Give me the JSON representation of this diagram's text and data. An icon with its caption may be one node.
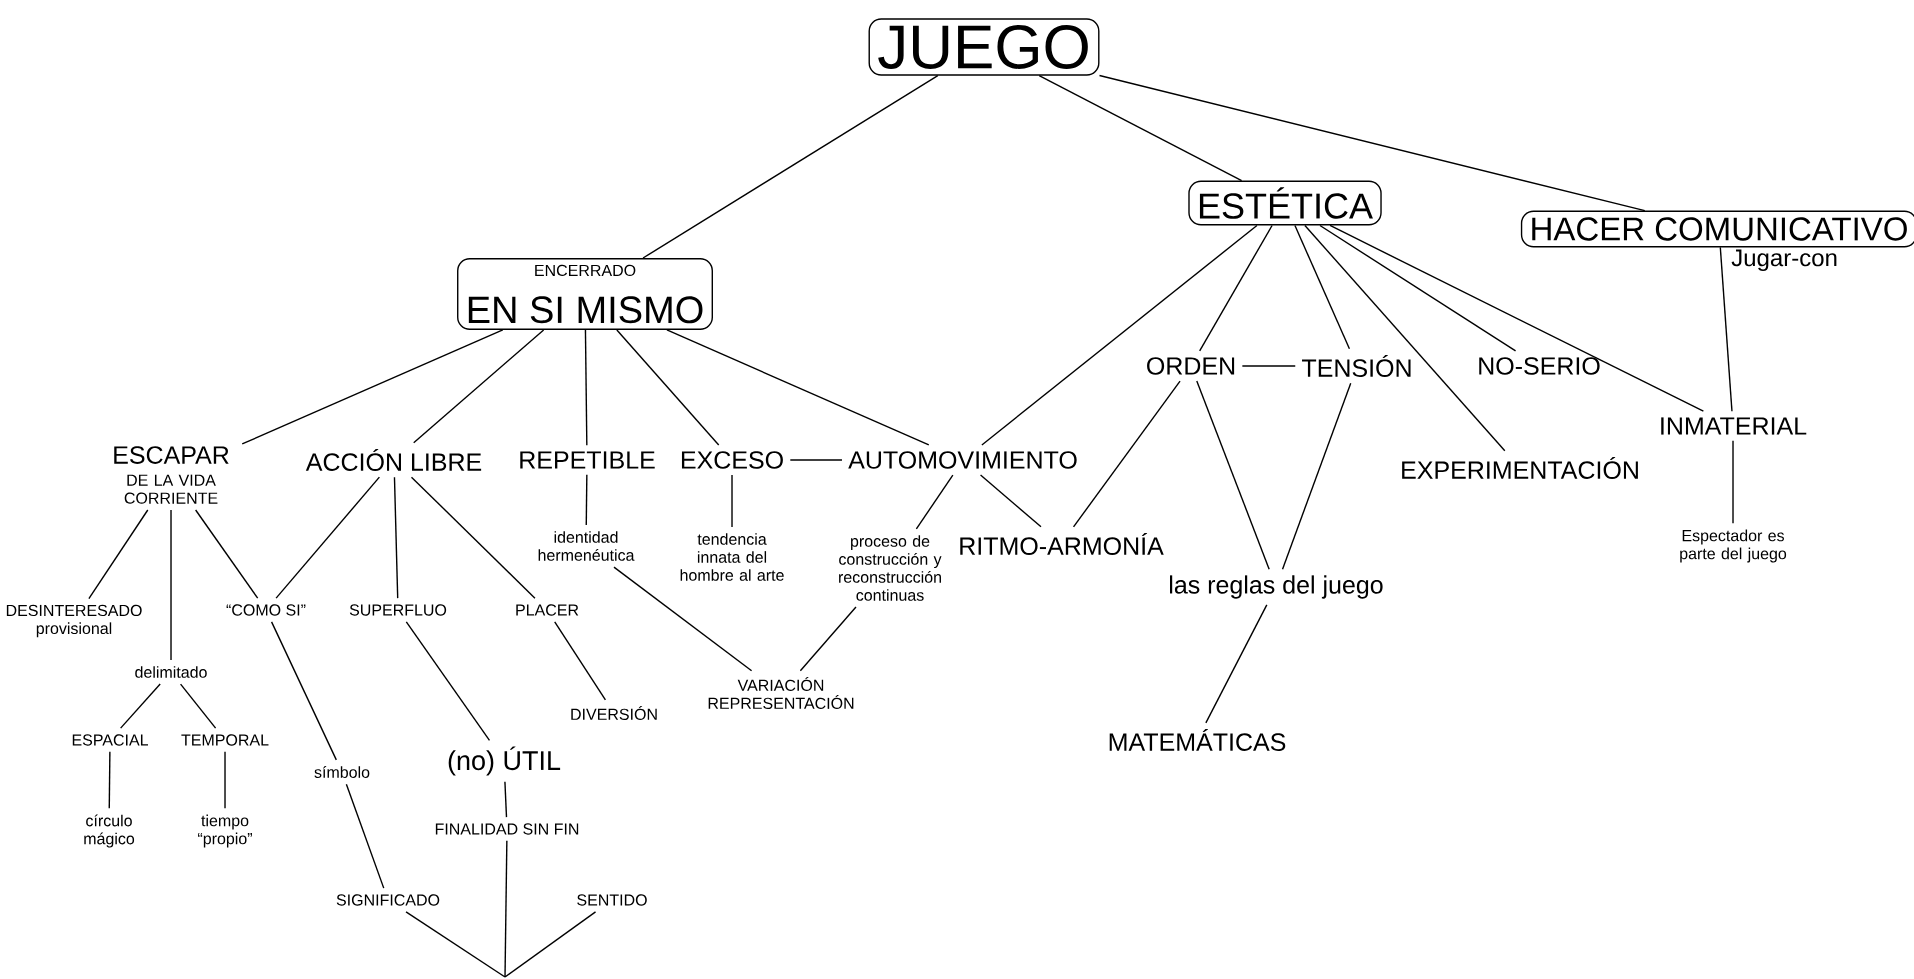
{
  "diagram": {
    "nodes": [
      {
        "text": [
          "JUEGO"
        ]
      },
      {
        "text": [
          "ENCERRADO",
          "EN SI MISMO"
        ]
      },
      {
        "text": [
          "ESTÉTICA"
        ]
      },
      {
        "text": [
          "HACER COMUNICATIVO"
        ],
        "beside": [
          "Jugar-con"
        ]
      },
      {
        "text": [
          "ESCAPAR",
          "DE LA VIDA CORRIENTE"
        ]
      },
      {
        "text": [
          "ACCIÓN LIBRE"
        ]
      },
      {
        "text": [
          "REPETIBLE"
        ]
      },
      {
        "text": [
          "EXCESO"
        ]
      },
      {
        "text": [
          "AUTOMOVIMIENTO"
        ]
      },
      {
        "text": [
          "RITMO-ARMONÍA"
        ]
      },
      {
        "text": [
          "ORDEN"
        ]
      },
      {
        "text": [
          "TENSIÓN"
        ]
      },
      {
        "text": [
          "NO-SERIO"
        ]
      },
      {
        "text": [
          "EXPERIMENTACIÓN"
        ]
      },
      {
        "text": [
          "INMATERIAL"
        ]
      },
      {
        "text": [
          "Espectador es parte del juego"
        ]
      },
      {
        "text": [
          "las reglas del juego"
        ]
      },
      {
        "text": [
          "MATEMÁTICAS"
        ]
      },
      {
        "text": [
          "identidad hermenéutica"
        ]
      },
      {
        "text": [
          "tendencia innata del hombre al arte"
        ]
      },
      {
        "text": [
          "proceso de construcción y reconstrucción continuas"
        ]
      },
      {
        "text": [
          "VARIACIÓN REPRESENTACIÓN"
        ]
      },
      {
        "text": [
          "DESINTERESADO provisional"
        ]
      },
      {
        "text": [
          "delimitado"
        ]
      },
      {
        "text": [
          "ESPACIAL"
        ]
      },
      {
        "text": [
          "TEMPORAL"
        ]
      },
      {
        "text": [
          "círculo mágico"
        ]
      },
      {
        "text": [
          "tiempo “propio”"
        ]
      },
      {
        "text": [
          "“COMO SI”"
        ]
      },
      {
        "text": [
          "símbolo"
        ]
      },
      {
        "text": [
          "SIGNIFICADO"
        ]
      },
      {
        "text": [
          "SUPERFLUO"
        ]
      },
      {
        "text": [
          "(no) ÚTIL"
        ]
      },
      {
        "text": [
          "FINALIDAD SIN FIN"
        ]
      },
      {
        "text": [
          "SENTIDO"
        ]
      },
      {
        "text": [
          "PLACER"
        ]
      },
      {
        "text": [
          "DIVERSIÓN"
        ]
      }
    ],
    "edges": [
      {
        "from": 0,
        "to": 1,
        "arrow": "none"
      },
      {
        "from": 0,
        "to": 2,
        "arrow": "none"
      },
      {
        "from": 0,
        "to": 3,
        "arrow": "none"
      },
      {
        "from": 1,
        "to": 4,
        "arrow": "none"
      },
      {
        "from": 1,
        "to": 5,
        "arrow": "none"
      },
      {
        "from": 1,
        "to": 6,
        "arrow": "none"
      },
      {
        "from": 1,
        "to": 7,
        "arrow": "none"
      },
      {
        "from": 1,
        "to": 8,
        "arrow": "none"
      },
      {
        "from": 2,
        "to": 8,
        "arrow": "none"
      },
      {
        "from": 2,
        "to": 10,
        "arrow": "none"
      },
      {
        "from": 2,
        "to": 11,
        "arrow": "none"
      },
      {
        "from": 2,
        "to": 13,
        "arrow": "none"
      },
      {
        "from": 2,
        "to": 12,
        "arrow": "none"
      },
      {
        "from": 2,
        "to": 14,
        "arrow": "none"
      },
      {
        "from": 3,
        "to": 14,
        "arrow": "none"
      },
      {
        "from": 10,
        "to": 11,
        "arrow": "none"
      },
      {
        "from": 10,
        "to": 9,
        "arrow": "none"
      },
      {
        "from": 10,
        "to": 16,
        "arrow": "none"
      },
      {
        "from": 11,
        "to": 16,
        "arrow": "none"
      },
      {
        "from": 16,
        "to": 17,
        "arrow": "none"
      },
      {
        "from": 14,
        "to": 15,
        "arrow": "none"
      },
      {
        "from": 7,
        "to": 8,
        "arrow": "none"
      },
      {
        "from": 8,
        "to": 20,
        "arrow": "none"
      },
      {
        "from": 8,
        "to": 9,
        "arrow": "none"
      },
      {
        "from": 6,
        "to": 18,
        "arrow": "none"
      },
      {
        "from": 7,
        "to": 19,
        "arrow": "none"
      },
      {
        "from": 18,
        "to": 21,
        "arrow": "none"
      },
      {
        "from": 20,
        "to": 21,
        "arrow": "none"
      },
      {
        "from": 4,
        "to": 22,
        "arrow": "none"
      },
      {
        "from": 4,
        "to": 23,
        "arrow": "none"
      },
      {
        "from": 4,
        "to": 28,
        "arrow": "none"
      },
      {
        "from": 23,
        "to": 24,
        "arrow": "none"
      },
      {
        "from": 23,
        "to": 25,
        "arrow": "none"
      },
      {
        "from": 24,
        "to": 26,
        "arrow": "none"
      },
      {
        "from": 25,
        "to": 27,
        "arrow": "none"
      },
      {
        "from": 5,
        "to": 28,
        "arrow": "none"
      },
      {
        "from": 5,
        "to": 31,
        "arrow": "none"
      },
      {
        "from": 5,
        "to": 35,
        "arrow": "none"
      },
      {
        "from": 28,
        "to": 29,
        "arrow": "none"
      },
      {
        "from": 29,
        "to": 30,
        "arrow": "none"
      },
      {
        "from": 31,
        "to": 32,
        "arrow": "none"
      },
      {
        "from": 32,
        "to": 33,
        "arrow": "none"
      },
      {
        "from": 35,
        "to": 36,
        "arrow": "none"
      },
      {
        "from": 30,
        "to": null,
        "arrow": "none"
      },
      {
        "from": 33,
        "to": null,
        "arrow": "none"
      },
      {
        "from": 34,
        "to": null,
        "arrow": "none"
      }
    ]
  }
}
